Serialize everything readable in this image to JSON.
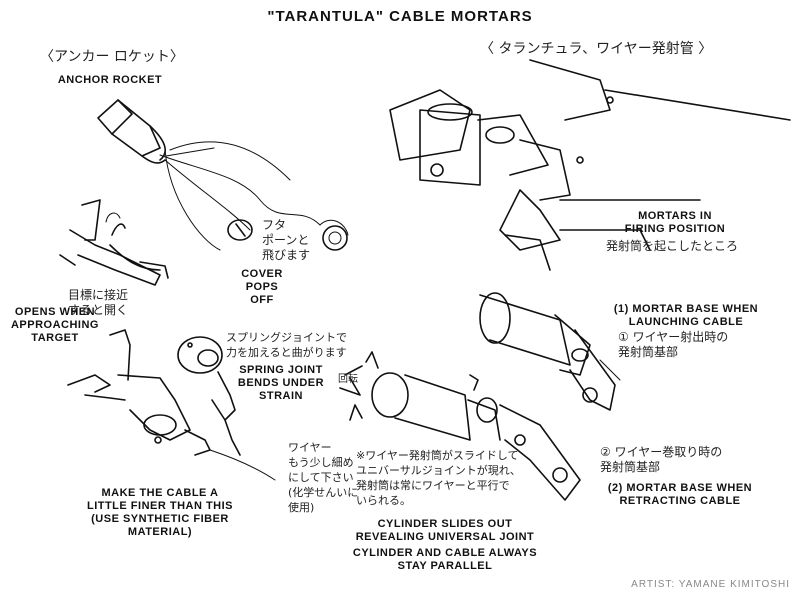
{
  "title": "\"TARANTULA\" CABLE MORTARS",
  "credit": "ARTIST: YAMANE KIMITOSHI",
  "labels": {
    "anchor_rocket_jp": "〈アンカー ロケット〉",
    "anchor_rocket": "ANCHOR ROCKET",
    "tarantula_jp": "〈 タランチュラ、ワイヤー発射管 〉",
    "cover_jp": "フタ\nポーンと\n飛びます",
    "cover": "COVER\nPOPS\nOFF",
    "opens_jp": "目標に接近\nすると開く",
    "opens": "OPENS WHEN\nAPPROACHING\nTARGET",
    "mortars_firing": "MORTARS IN\nFIRING POSITION",
    "mortars_firing_jp": "発射筒を起こしたところ",
    "spring_jp": "スプリングジョイントで\n力を加えると曲がります",
    "spring": "SPRING JOINT\nBENDS UNDER\nSTRAIN",
    "base_launch": "(1) MORTAR BASE WHEN\nLAUNCHING CABLE",
    "base_launch_jp": "① ワイヤー射出時の\n発射筒基部",
    "wire_jp": "ワイヤー\nもう少し細め\nにして下さい\n(化学せんいに\n使用)",
    "cable_finer": "MAKE THE CABLE A\nLITTLE FINER THAN THIS\n(USE SYNTHETIC FIBER\nMATERIAL)",
    "slides_jp": "※ワイヤー発射筒がスライドして\nユニバーサルジョイントが現れ、\n発射筒は常にワイヤーと平行で\nいられる。",
    "slides": "CYLINDER SLIDES OUT\nREVEALING UNIVERSAL JOINT",
    "parallel": "CYLINDER AND CABLE ALWAYS\nSTAY PARALLEL",
    "base_retract_jp": "② ワイヤー巻取り時の\n発射筒基部",
    "base_retract": "(2) MORTAR BASE WHEN\nRETRACTING CABLE",
    "rotate_jp": "回転"
  }
}
